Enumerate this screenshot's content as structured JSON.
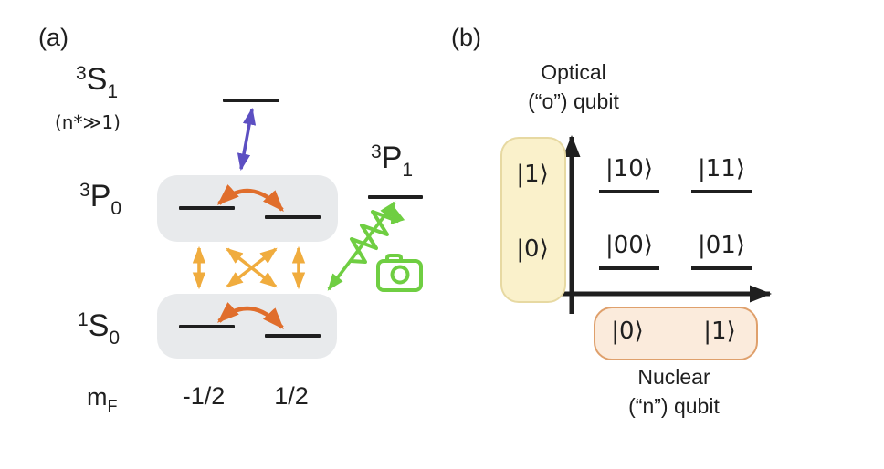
{
  "colors": {
    "ink": "#1f1f1f",
    "purple": "#5C4FC2",
    "orange": "#E06E2C",
    "amber": "#F0AC3E",
    "green": "#6FCE42",
    "manifold_gray": "#E8EAEC",
    "optical_box_fill": "#FAF1CB",
    "optical_box_border": "#E7D9A2",
    "nuclear_box_fill": "#FBEBDC",
    "nuclear_box_border": "#DFA06C"
  },
  "panel_a": {
    "label": "(a)",
    "levels": {
      "s1": {
        "sup": "3",
        "main": "S",
        "sub": "1"
      },
      "s1_note": "(n*≫1)",
      "p0": {
        "sup": "3",
        "main": "P",
        "sub": "0"
      },
      "p1": {
        "sup": "3",
        "main": "P",
        "sub": "1"
      },
      "s0": {
        "sup": "1",
        "main": "S",
        "sub": "0"
      }
    },
    "axis": {
      "mf_main": "m",
      "mf_sub": "F",
      "minus_half": "-1/2",
      "plus_half": "1/2"
    }
  },
  "panel_b": {
    "label": "(b)",
    "optical_axis": {
      "title_line1": "Optical",
      "title_line2": "(“o”) qubit",
      "states": [
        "|1⟩",
        "|0⟩"
      ]
    },
    "nuclear_axis": {
      "title_line1": "Nuclear",
      "title_line2": "(“n”) qubit",
      "states": [
        "|0⟩",
        "|1⟩"
      ]
    },
    "grid_states": [
      "|10⟩",
      "|11⟩",
      "|00⟩",
      "|01⟩"
    ]
  }
}
